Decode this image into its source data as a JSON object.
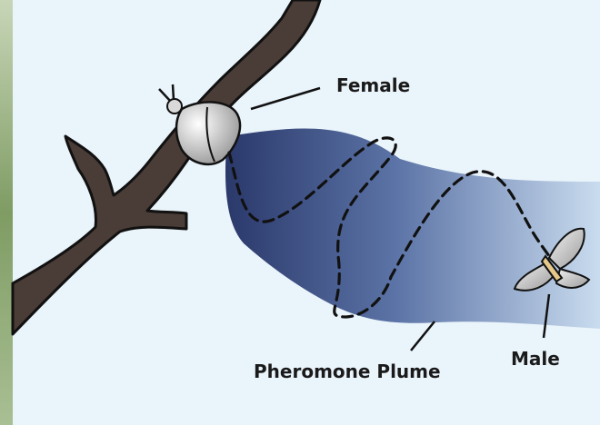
{
  "labels": {
    "female": "Female",
    "plume": "Pheromone Plume",
    "male": "Male"
  },
  "colors": {
    "background": "#eaf4fb",
    "branch": "#4a3c36",
    "plume_dark": "#2e3c6e",
    "plume_light": "#c3d7ec",
    "foliage": "#7d9c62"
  }
}
